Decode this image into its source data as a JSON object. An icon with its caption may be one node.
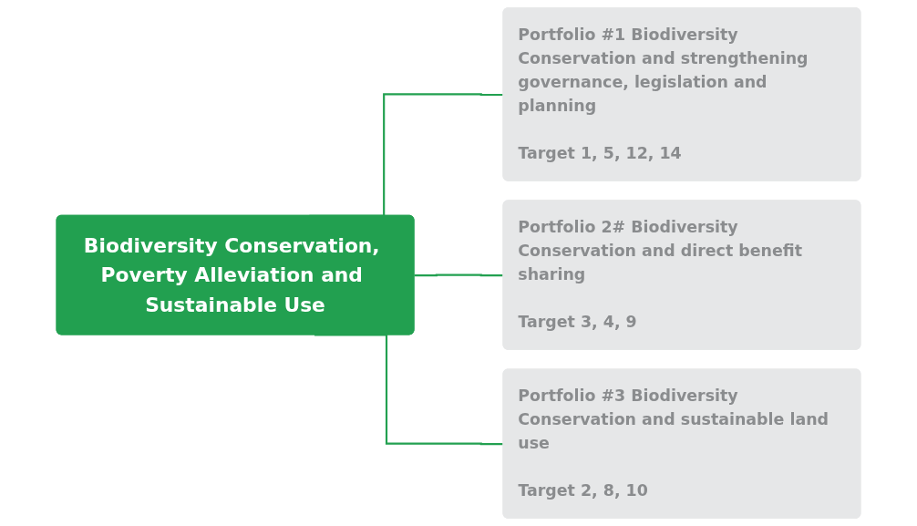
{
  "diagram": {
    "nodes": [
      {
        "text": [
          "Biodiversity Conservation, Poverty Alleviation and Sustainable Use"
        ]
      },
      {
        "text": [
          "Portfolio #1 Biodiversity Conservation and strengthening governance, legislation and planning",
          "Target 1, 5, 12, 14"
        ]
      },
      {
        "text": [
          "Portfolio 2# Biodiversity Conservation and direct benefit sharing",
          "Target 3, 4, 9"
        ]
      },
      {
        "text": [
          "Portfolio #3 Biodiversity Conservation and sustainable land use",
          "Target 2, 8, 10"
        ]
      }
    ],
    "edges": [
      {
        "from": 0,
        "to": 1,
        "arrow": "none"
      },
      {
        "from": 0,
        "to": 2,
        "arrow": "none"
      },
      {
        "from": 0,
        "to": 3,
        "arrow": "none"
      }
    ]
  }
}
